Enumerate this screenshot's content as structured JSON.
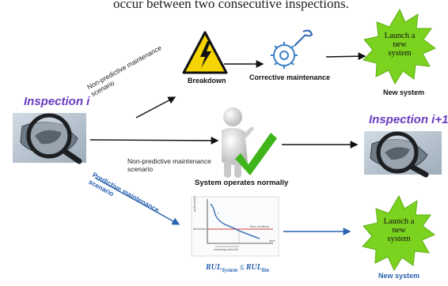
{
  "top_caption": "occur between two consecutive inspections.",
  "inspection_start": "Inspection i",
  "inspection_end": "Inspection i+1",
  "scenario_top": "Non-predictive maintenance scenario",
  "scenario_middle": "Non-predictive maintenance scenario",
  "scenario_bottom": "Predictive maintenance scenario",
  "breakdown_label": "Breakdown",
  "corrective_label": "Corrective maintenance",
  "system_normal_label": "System operates normally",
  "launch_text_top": "Launch a new system",
  "launch_text_bottom": "Launch a new system",
  "new_system_top": "New system",
  "new_system_bottom": "New system",
  "rul_expression": "RUL_System ≤ RUL_lim",
  "rul_main": "RUL",
  "rul_sub_system": "System",
  "rul_le": " ≤ ",
  "rul_sub_lim": "lim",
  "mini_chart": {
    "ylabel": "performance",
    "threshold_label": "threshold",
    "failure_label": "time of failure",
    "rul_label": "remaining useful life",
    "xlabel": "time",
    "point_label": "t"
  },
  "colors": {
    "purple": "#6a3cc0",
    "blue": "#2a62b0",
    "green_star": "#7bd21f",
    "warning_yellow": "#f5d400",
    "check_green": "#3fb51a",
    "threshold_red": "#e03a3a"
  }
}
